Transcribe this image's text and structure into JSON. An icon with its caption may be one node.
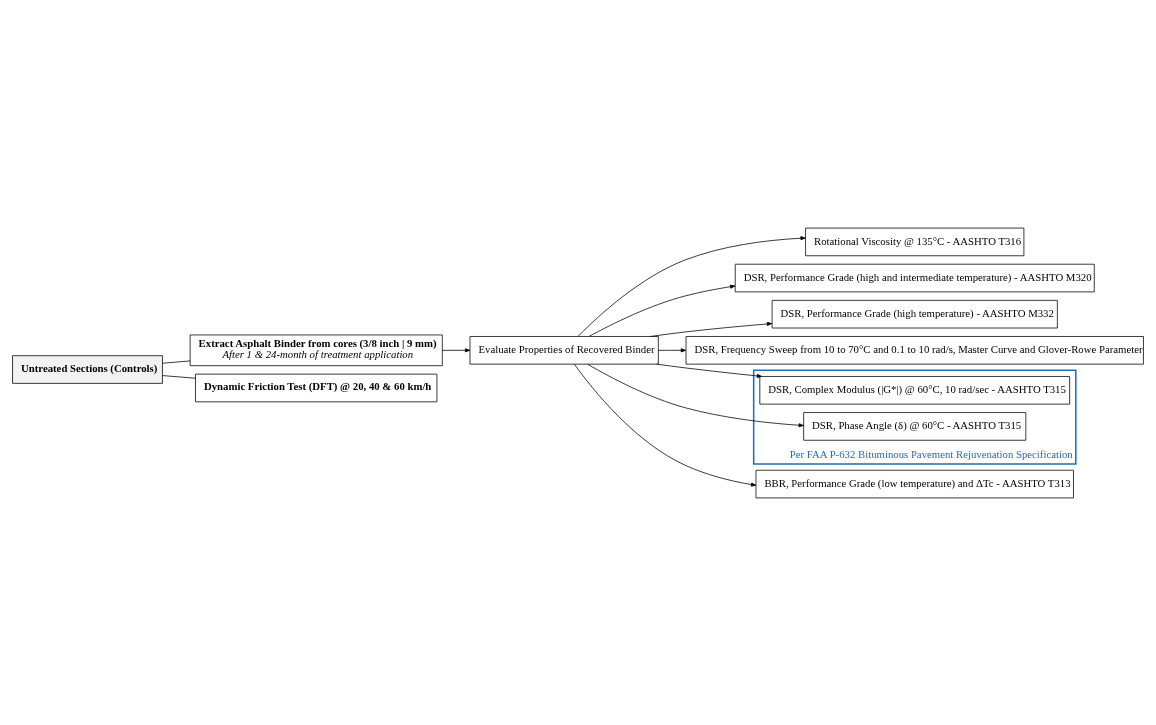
{
  "diagram": {
    "nodes": [
      {
        "text": [
          "Untreated Sections (Controls)"
        ]
      },
      {
        "text": [
          "Extract Asphalt Binder from cores (3/8 inch | 9 mm)",
          "After 1 & 24-month of treatment application"
        ]
      },
      {
        "text": [
          "Dynamic Friction Test (DFT) @ 20, 40 & 60 km/h"
        ]
      },
      {
        "text": [
          "Evaluate Properties of Recovered Binder"
        ]
      },
      {
        "text": [
          "Rotational Viscosity @ 135°C - AASHTO T316"
        ]
      },
      {
        "text": [
          "DSR, Performance Grade (high and intermediate temperature) - AASHTO M320"
        ]
      },
      {
        "text": [
          "DSR, Performance Grade (high temperature) - AASHTO M332"
        ]
      },
      {
        "text": [
          "DSR, Frequency Sweep from 10 to 70°C and 0.1 to 10 rad/s, Master Curve and Glover-Rowe Parameter"
        ]
      },
      {
        "text": [],
        "shape": "box",
        "beside": [
          "Per FAA P-632 Bituminous Pavement Rejuvenation Specification"
        ]
      },
      {
        "text": [
          "DSR, Complex Modulus (|G*|) @ 60°C, 10 rad/sec - AASHTO T315"
        ],
        "in": 8
      },
      {
        "text": [
          "DSR, Phase Angle (δ) @ 60°C - AASHTO T315"
        ],
        "in": 8
      },
      {
        "text": [
          "BBR, Performance Grade (low temperature) and ΔTc - AASHTO T313"
        ]
      }
    ],
    "edges": [
      {
        "from": 0,
        "to": 1,
        "arrow": "none"
      },
      {
        "from": 0,
        "to": 2,
        "arrow": "none"
      },
      {
        "from": 1,
        "to": 3,
        "arrow": "to"
      },
      {
        "from": 3,
        "to": 4,
        "arrow": "to"
      },
      {
        "from": 3,
        "to": 5,
        "arrow": "to"
      },
      {
        "from": 3,
        "to": 6,
        "arrow": "to"
      },
      {
        "from": 3,
        "to": 7,
        "arrow": "to"
      },
      {
        "from": 3,
        "to": 9,
        "arrow": "to"
      },
      {
        "from": 3,
        "to": 10,
        "arrow": "to"
      },
      {
        "from": 3,
        "to": 11,
        "arrow": "to"
      }
    ]
  }
}
